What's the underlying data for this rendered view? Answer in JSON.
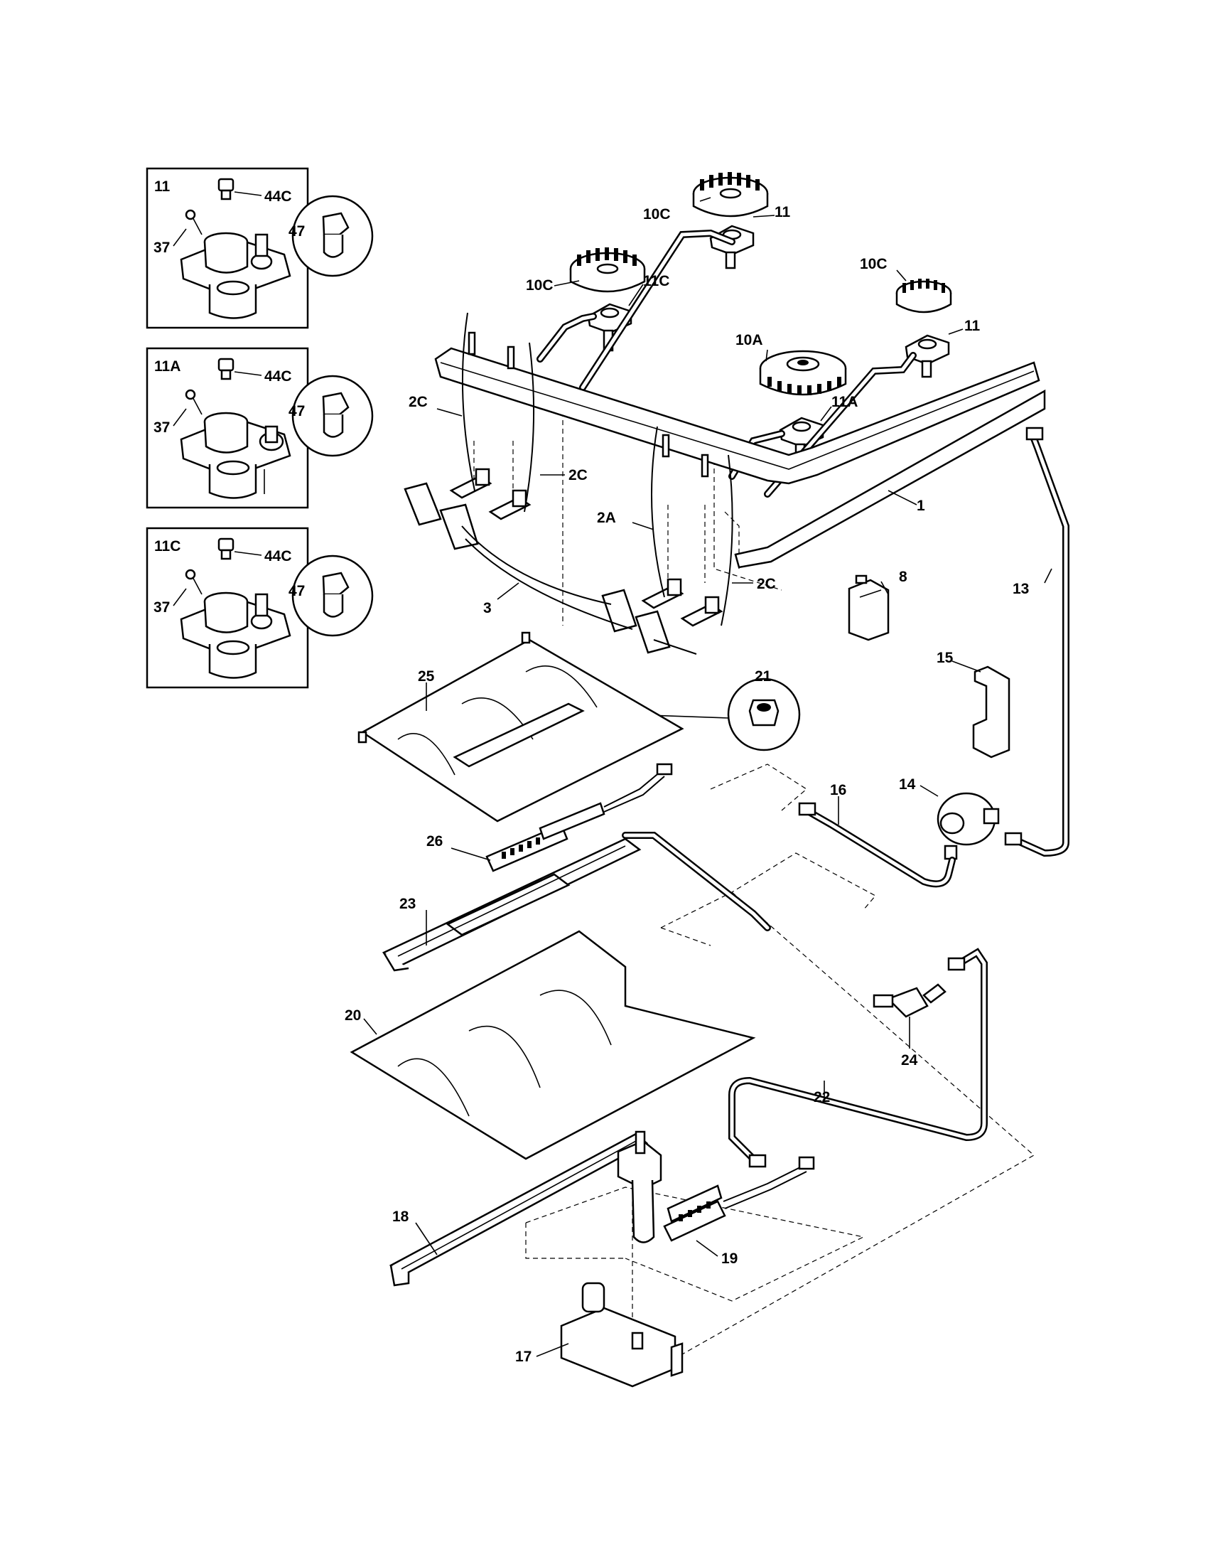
{
  "insets": [
    {
      "title": "11",
      "labels": [
        "44C",
        "37",
        "47"
      ]
    },
    {
      "title": "11A",
      "labels": [
        "44C",
        "37",
        "47"
      ]
    },
    {
      "title": "11C",
      "labels": [
        "44C",
        "37",
        "47"
      ]
    }
  ],
  "callouts": {
    "c10C_top": "10C",
    "c11_top": "11",
    "c10C_left": "10C",
    "c11C": "11C",
    "c10C_right": "10C",
    "c11_right": "11",
    "c10A": "10A",
    "c11A": "11A",
    "c2C_a": "2C",
    "c2C_b": "2C",
    "c2A": "2A",
    "c2C_c": "2C",
    "c1": "1",
    "c3": "3",
    "c8": "8",
    "c13": "13",
    "c15": "15",
    "c21": "21",
    "c25": "25",
    "c16": "16",
    "c14": "14",
    "c26": "26",
    "c23": "23",
    "c20": "20",
    "c24": "24",
    "c22": "22",
    "c18": "18",
    "c19": "19",
    "c17": "17"
  }
}
